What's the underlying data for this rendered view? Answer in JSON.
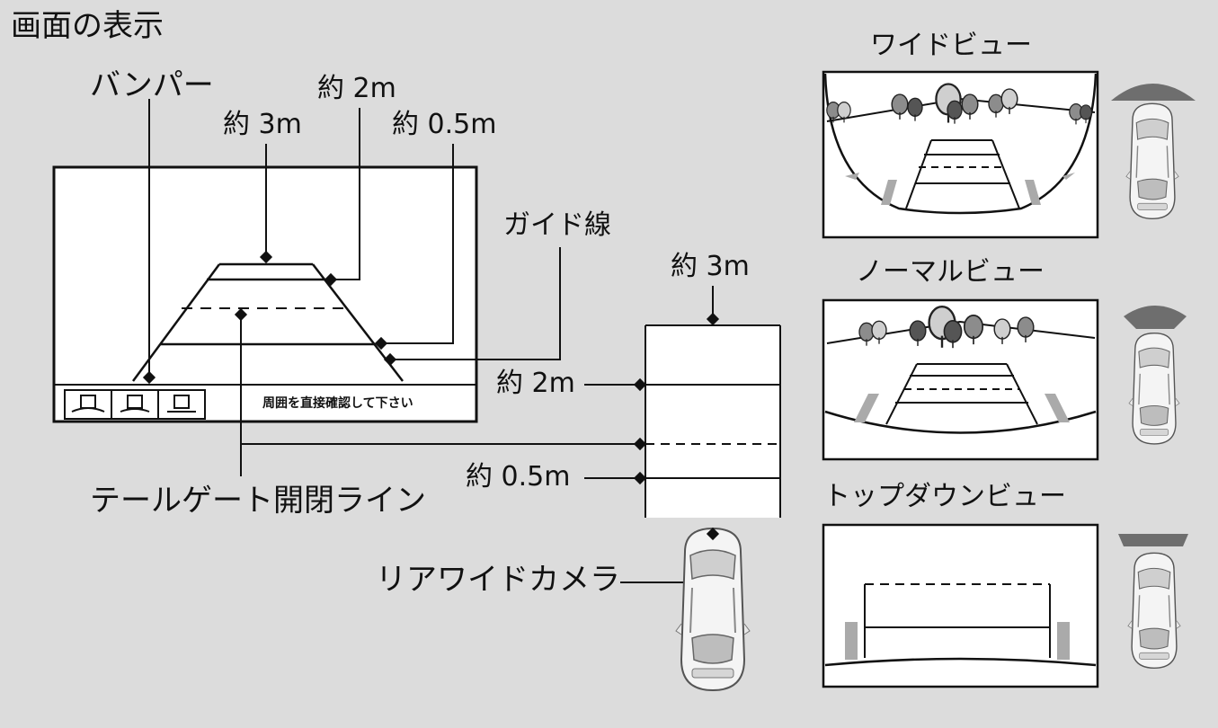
{
  "page": {
    "title": "画面の表示"
  },
  "labels": {
    "bumper": "バンパー",
    "approx_2m": "約 2m",
    "approx_3m": "約 3m",
    "approx_05m": "約 0.5m",
    "guide_line": "ガイド線",
    "tailgate_line": "テールゲート開閉ライン",
    "rear_wide_camera": "リアワイドカメラ",
    "side_3m": "約 3m",
    "side_2m": "約 2m",
    "side_05m": "約 0.5m"
  },
  "screen": {
    "warning": "周囲を直接確認して下さい"
  },
  "views": {
    "wide": "ワイドビュー",
    "normal": "ノーマルビュー",
    "topdown": "トップダウンビュー"
  }
}
